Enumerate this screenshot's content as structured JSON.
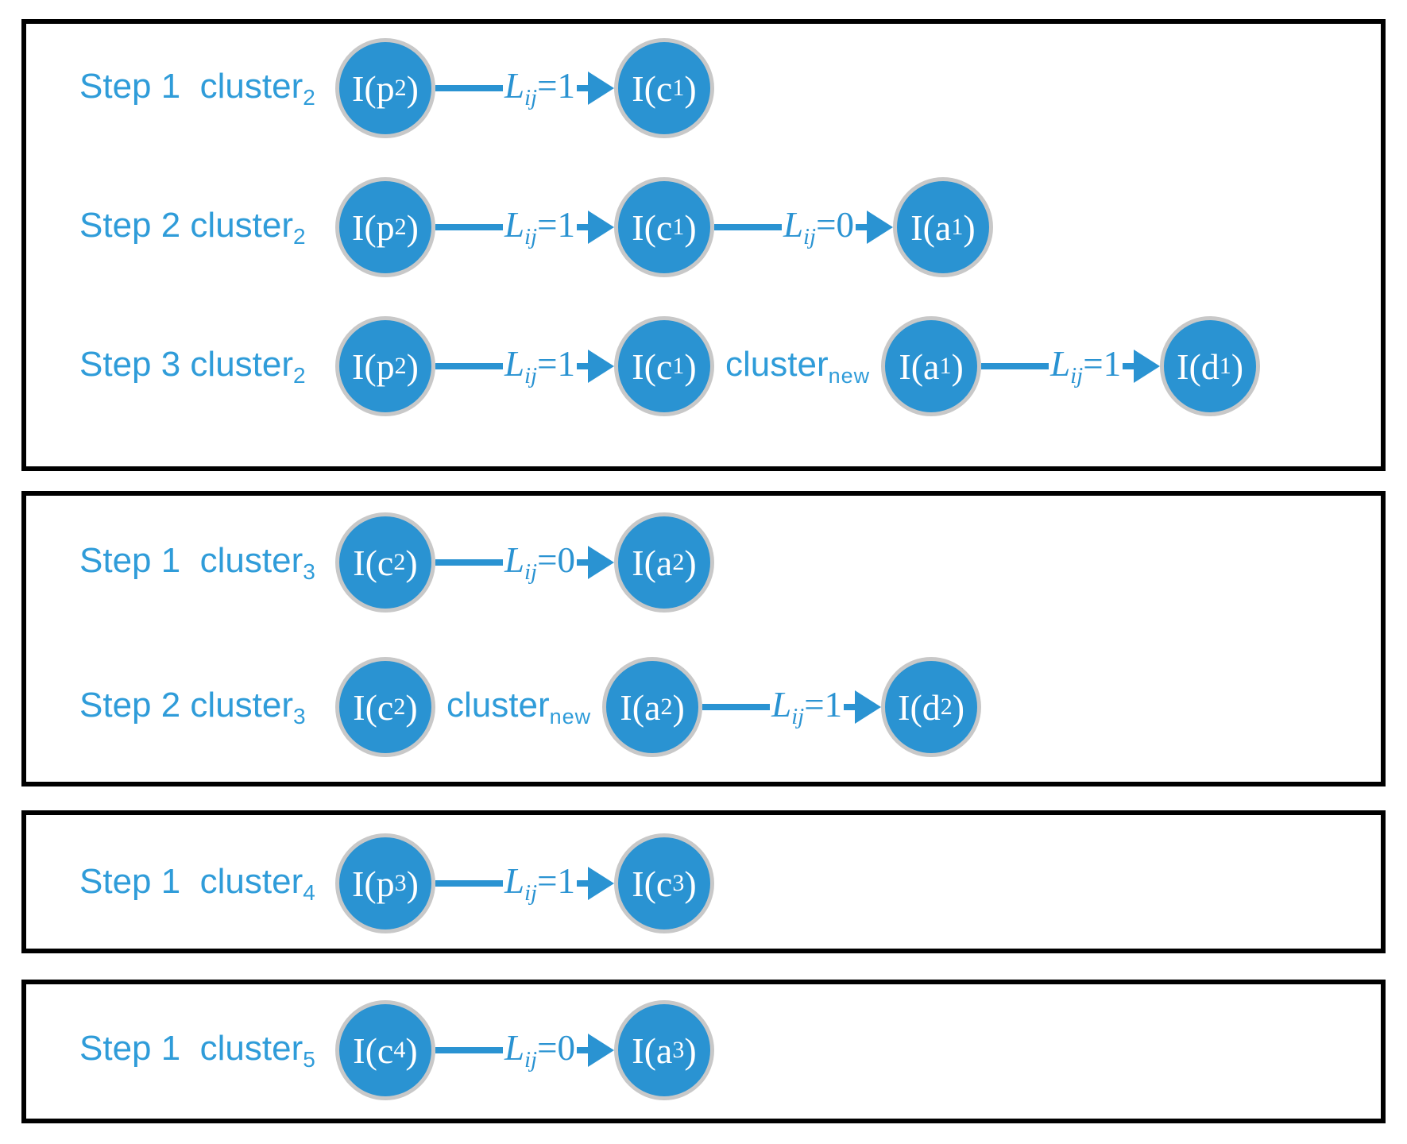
{
  "colors": {
    "node_fill": "#2A93D2",
    "node_ring": "#C8C8C8",
    "edge_blue": "#2A93D2",
    "label_blue": "#2F9CD9",
    "panel_border": "#000000",
    "node_text": "#FFFFFF"
  },
  "panels": [
    {
      "rows": [
        {
          "step": {
            "text": "Step 1  cluster",
            "sub": "2"
          },
          "items": [
            {
              "type": "node",
              "pre": "I(p",
              "sub": "2",
              "post": ")"
            },
            {
              "type": "arrow",
              "symbol": "L",
              "sub": "ij",
              "eq": "=1"
            },
            {
              "type": "node",
              "pre": "I(c",
              "sub": "1",
              "post": ")"
            }
          ]
        },
        {
          "step": {
            "text": "Step 2 cluster",
            "sub": "2"
          },
          "items": [
            {
              "type": "node",
              "pre": "I(p",
              "sub": "2",
              "post": ")"
            },
            {
              "type": "arrow",
              "symbol": "L",
              "sub": "ij",
              "eq": "=1"
            },
            {
              "type": "node",
              "pre": "I(c",
              "sub": "1",
              "post": ")"
            },
            {
              "type": "arrow",
              "symbol": "L",
              "sub": "ij",
              "eq": "=0"
            },
            {
              "type": "node",
              "pre": "I(a",
              "sub": "1",
              "post": ")"
            }
          ]
        },
        {
          "step": {
            "text": "Step 3 cluster",
            "sub": "2"
          },
          "items": [
            {
              "type": "node",
              "pre": "I(p",
              "sub": "2",
              "post": ")"
            },
            {
              "type": "arrow",
              "symbol": "L",
              "sub": "ij",
              "eq": "=1"
            },
            {
              "type": "node",
              "pre": "I(c",
              "sub": "1",
              "post": ")"
            },
            {
              "type": "text",
              "text": "cluster",
              "sub": "new"
            },
            {
              "type": "node",
              "pre": "I(a",
              "sub": "1",
              "post": ")"
            },
            {
              "type": "arrow",
              "symbol": "L",
              "sub": "ij",
              "eq": "=1"
            },
            {
              "type": "node",
              "pre": "I(d",
              "sub": "1",
              "post": ")"
            }
          ]
        }
      ]
    },
    {
      "rows": [
        {
          "step": {
            "text": "Step 1  cluster",
            "sub": "3"
          },
          "items": [
            {
              "type": "node",
              "pre": "I(c",
              "sub": "2",
              "post": ")"
            },
            {
              "type": "arrow",
              "symbol": "L",
              "sub": "ij",
              "eq": "=0"
            },
            {
              "type": "node",
              "pre": "I(a",
              "sub": "2",
              "post": ")"
            }
          ]
        },
        {
          "step": {
            "text": "Step 2 cluster",
            "sub": "3"
          },
          "items": [
            {
              "type": "node",
              "pre": "I(c",
              "sub": "2",
              "post": ")"
            },
            {
              "type": "text",
              "text": "cluster",
              "sub": "new"
            },
            {
              "type": "node",
              "pre": "I(a",
              "sub": "2",
              "post": ")"
            },
            {
              "type": "arrow",
              "symbol": "L",
              "sub": "ij",
              "eq": "=1"
            },
            {
              "type": "node",
              "pre": "I(d",
              "sub": "2",
              "post": ")"
            }
          ]
        }
      ]
    },
    {
      "rows": [
        {
          "step": {
            "text": "Step 1  cluster",
            "sub": "4"
          },
          "items": [
            {
              "type": "node",
              "pre": "I(p",
              "sub": "3",
              "post": ")"
            },
            {
              "type": "arrow",
              "symbol": "L",
              "sub": "ij",
              "eq": "=1"
            },
            {
              "type": "node",
              "pre": "I(c",
              "sub": "3",
              "post": ")"
            }
          ]
        }
      ]
    },
    {
      "rows": [
        {
          "step": {
            "text": "Step 1  cluster",
            "sub": "5"
          },
          "items": [
            {
              "type": "node",
              "pre": "I(c",
              "sub": "4",
              "post": ")"
            },
            {
              "type": "arrow",
              "symbol": "L",
              "sub": "ij",
              "eq": "=0"
            },
            {
              "type": "node",
              "pre": "I(a",
              "sub": "3",
              "post": ")"
            }
          ]
        }
      ]
    }
  ]
}
